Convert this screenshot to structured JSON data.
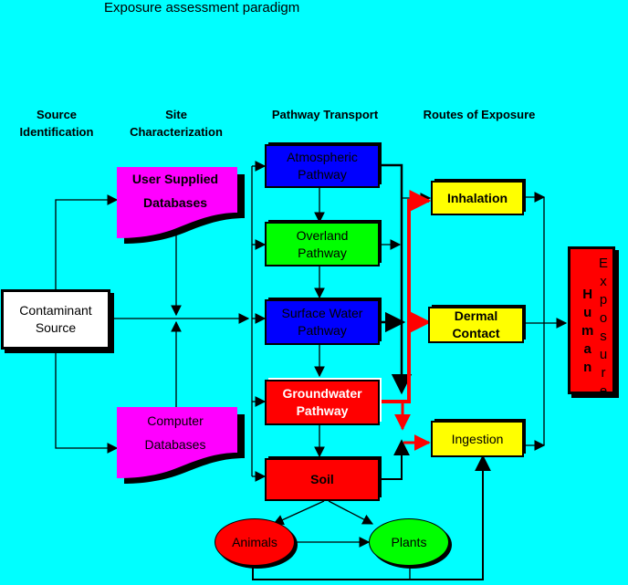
{
  "title": "Exposure assessment paradigm",
  "columns": {
    "source": [
      "Source",
      "Identification"
    ],
    "site": [
      "Site",
      "Characterization"
    ],
    "pathway": "Pathway Transport",
    "routes": "Routes of Exposure"
  },
  "nodes": {
    "contaminant_source": [
      "Contaminant",
      "Source"
    ],
    "user_databases": [
      "User Supplied",
      "Databases"
    ],
    "computer_databases": [
      "Computer",
      "Databases"
    ],
    "atmospheric": [
      "Atmospheric",
      "Pathway"
    ],
    "overland": [
      "Overland",
      "Pathway"
    ],
    "surface_water": [
      "Surface Water",
      "Pathway"
    ],
    "groundwater": [
      "Groundwater",
      "Pathway"
    ],
    "soil": "Soil",
    "animals": "Animals",
    "plants": "Plants",
    "inhalation": "Inhalation",
    "dermal": [
      "Dermal",
      "Contact"
    ],
    "ingestion": "Ingestion",
    "human": [
      "H",
      "u",
      "m",
      "a",
      "n"
    ],
    "exposure": [
      "E",
      "x",
      "p",
      "o",
      "s",
      "u",
      "r",
      "e"
    ]
  },
  "colors": {
    "background": "#00ffff",
    "database": "#ff00ff",
    "atmospheric": "#0000ff",
    "overland": "#00ff00",
    "groundwater": "#ff0000",
    "route": "#ffff00",
    "highlight_flow": "#ff0000"
  }
}
